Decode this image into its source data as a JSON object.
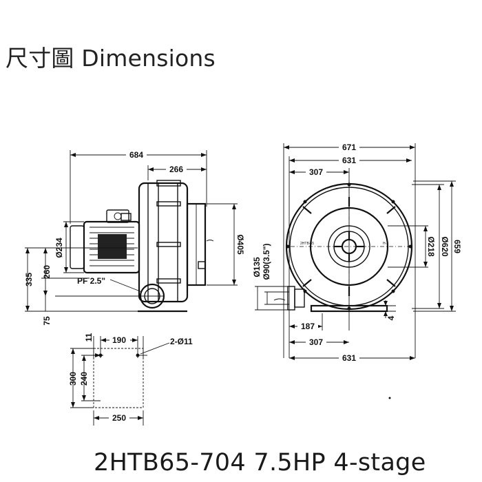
{
  "header": {
    "title": "尺寸圖 Dimensions"
  },
  "footer": {
    "model": "2HTB65-704 7.5HP 4-stage"
  },
  "side_view": {
    "overall_length": "684",
    "outlet_offset": "266",
    "motor_diameter": "Ø234",
    "housing_diameter": "Ø405",
    "height_total": "335",
    "height_center": "260",
    "base_offset": "75",
    "pipe_thread": "PF 2.5\""
  },
  "front_view": {
    "width_total": "671",
    "width_housing": "631",
    "half_width": "307",
    "inlet_diameter": "Ø218",
    "housing_diameter": "Ø620",
    "height_total": "659",
    "inlet_outer": "Ø135",
    "inlet_inner": "Ø90(3.5\")",
    "bottom_offset": "187",
    "bottom_half": "307",
    "bottom_width": "631",
    "flange_thickness": "4",
    "nameplate_left": "2HTB-65",
    "nameplate_right": "H-2"
  },
  "base_view": {
    "hole_spacing": "190",
    "edge_offset": "11",
    "hole_spec": "2-Ø11",
    "outer_height": "300",
    "inner_height": "240",
    "width": "250"
  }
}
